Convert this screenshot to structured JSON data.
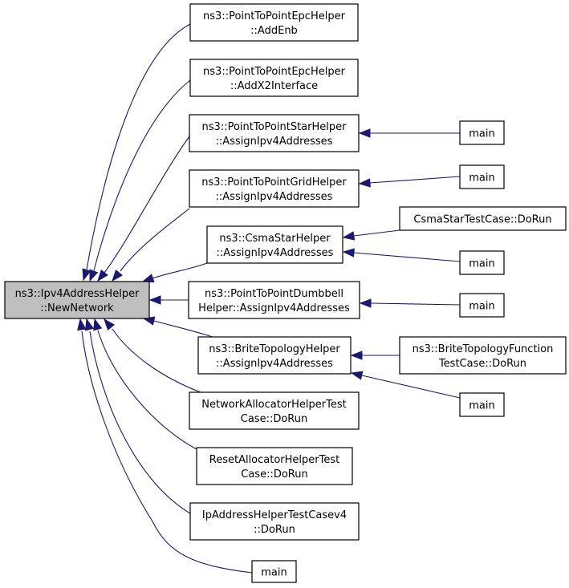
{
  "colors": {
    "edge": "#191970",
    "root_fill": "#bfbfbf",
    "node_fill": "#ffffff",
    "node_border": "#000000"
  },
  "nodes": {
    "root": [
      "ns3::Ipv4AddressHelper",
      "::NewNetwork"
    ],
    "addenb": [
      "ns3::PointToPointEpcHelper",
      "::AddEnb"
    ],
    "addx2": [
      "ns3::PointToPointEpcHelper",
      "::AddX2Interface"
    ],
    "star": [
      "ns3::PointToPointStarHelper",
      "::AssignIpv4Addresses"
    ],
    "grid": [
      "ns3::PointToPointGridHelper",
      "::AssignIpv4Addresses"
    ],
    "csma": [
      "ns3::CsmaStarHelper",
      "::AssignIpv4Addresses"
    ],
    "dumbbell": [
      "ns3::PointToPointDumbbell",
      "Helper::AssignIpv4Addresses"
    ],
    "brite": [
      "ns3::BriteTopologyHelper",
      "::AssignIpv4Addresses"
    ],
    "netalloc": [
      "NetworkAllocatorHelperTest",
      "Case::DoRun"
    ],
    "resetalloc": [
      "ResetAllocatorHelperTest",
      "Case::DoRun"
    ],
    "ipaddr": [
      "IpAddressHelperTestCasev4",
      "::DoRun"
    ],
    "main_root": [
      "main"
    ],
    "main_star": [
      "main"
    ],
    "main_grid": [
      "main"
    ],
    "csma_test": [
      "CsmaStarTestCase::DoRun"
    ],
    "main_csma": [
      "main"
    ],
    "main_dumbbell": [
      "main"
    ],
    "brite_test": [
      "ns3::BriteTopologyFunction",
      "TestCase::DoRun"
    ],
    "main_brite": [
      "main"
    ]
  }
}
